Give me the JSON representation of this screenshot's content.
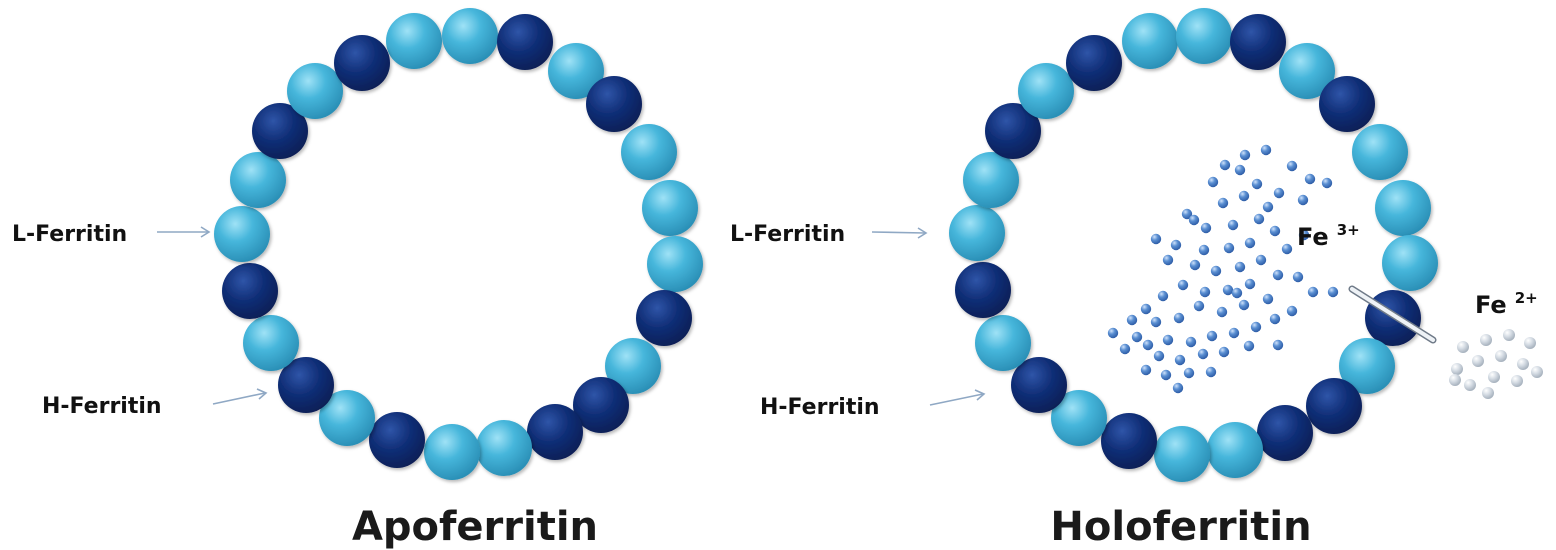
{
  "apoferritin": {
    "title": "Apoferritin",
    "l_label": "L-Ferritin",
    "h_label": "H-Ferritin"
  },
  "holoferritin": {
    "title": "Holoferritin",
    "l_label": "L-Ferritin",
    "h_label": "H-Ferritin",
    "fe3": {
      "base": "Fe",
      "charge": "3+"
    },
    "fe2": {
      "base": "Fe",
      "charge": "2+"
    }
  },
  "colors": {
    "l_ferritin": "#3fb1d6",
    "h_ferritin": "#0f2f7c",
    "fe3_ion": "#4a7fc4",
    "fe2_ion": "#c9d2dc"
  }
}
